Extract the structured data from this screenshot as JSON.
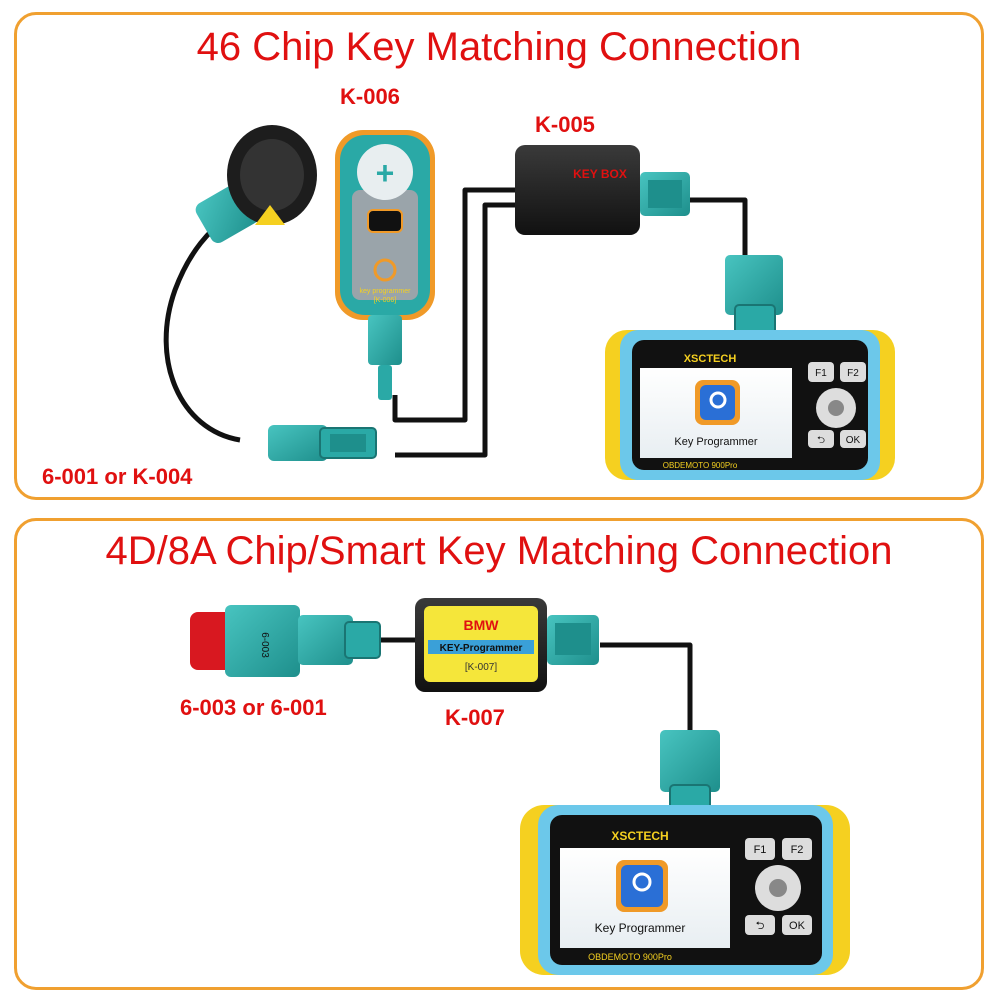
{
  "diagrams": [
    {
      "title": "46 Chip Key Matching Connection",
      "labels": {
        "k006": "K-006",
        "k005": "K-005",
        "cable": "6-001 or K-004"
      },
      "devices": {
        "key_box_text": "KEY BOX",
        "programmer_text": "key programmer",
        "programmer_code": "[K-006]"
      }
    },
    {
      "title": "4D/8A Chip/Smart Key Matching Connection",
      "labels": {
        "obd": "6-003 or 6-001",
        "k007": "K-007"
      },
      "devices": {
        "box_brand": "BMW",
        "box_name": "KEY-Programmer",
        "box_code": "[K-007]",
        "obd_code": "6-003"
      }
    }
  ],
  "scanner": {
    "brand": "XSCTECH",
    "model": "OBDEMOTO 900Pro",
    "f1": "F1",
    "f2": "F2",
    "back": "⮌",
    "ok": "OK",
    "app_label": "Key Programmer"
  },
  "colors": {
    "title": "#e01010",
    "border": "#f0a030",
    "teal": "#2aa9a6",
    "scanner_body": "#6cc8ea",
    "scanner_grip": "#f5d020"
  }
}
